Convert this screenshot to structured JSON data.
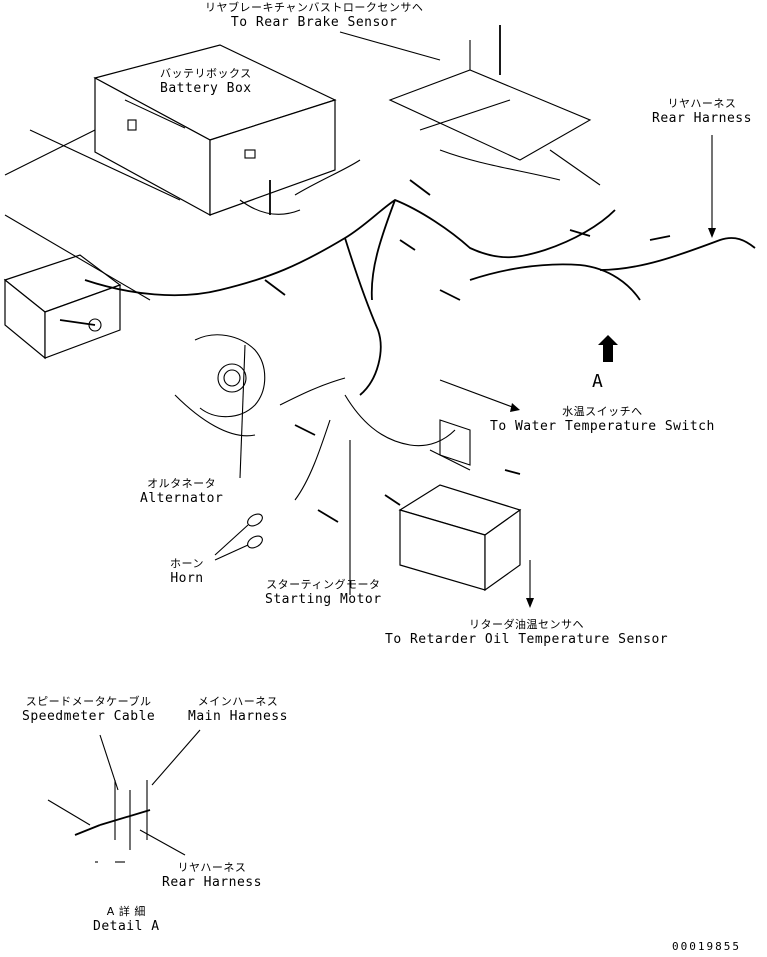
{
  "labels": {
    "rear_brake_sensor": {
      "jp": "リヤブレーキチャンバストロークセンサヘ",
      "en": "To Rear Brake Sensor"
    },
    "battery_box": {
      "jp": "バッテリボックス",
      "en": "Battery Box"
    },
    "rear_harness_top": {
      "jp": "リヤハーネス",
      "en": "Rear Harness"
    },
    "view_marker": "A",
    "water_temp_switch": {
      "jp": "水温スイッチへ",
      "en": "To Water Temperature Switch"
    },
    "alternator": {
      "jp": "オルタネータ",
      "en": "Alternator"
    },
    "horn": {
      "jp": "ホーン",
      "en": "Horn"
    },
    "starting_motor": {
      "jp": "スターティングモータ",
      "en": "Starting Motor"
    },
    "retarder_sensor": {
      "jp": "リターダ油温センサヘ",
      "en": "To Retarder Oil Temperature Sensor"
    },
    "speedmeter_cable": {
      "jp": "スピードメータケーブル",
      "en": "Speedmeter Cable"
    },
    "main_harness": {
      "jp": "メインハーネス",
      "en": "Main Harness"
    },
    "rear_harness_detail": {
      "jp": "リヤハーネス",
      "en": "Rear Harness"
    },
    "detail_a": {
      "jp": "A 詳 細",
      "en": "Detail A"
    },
    "drawing_number": "00019855"
  }
}
